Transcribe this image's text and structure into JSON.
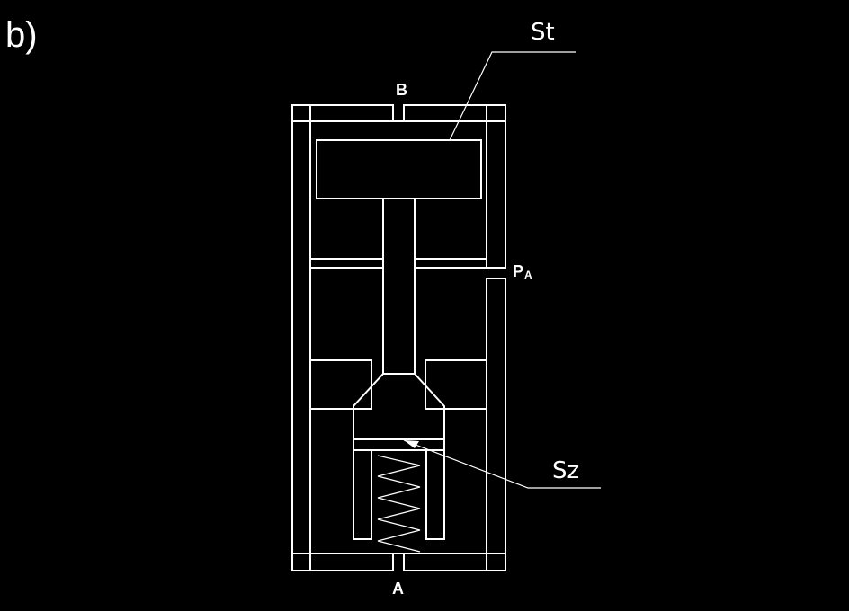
{
  "figure": {
    "panel_label": "b)",
    "labels": {
      "port_top": "B",
      "port_bottom": "A",
      "port_side_main": "P",
      "port_side_sub": "A",
      "callout_upper": "St",
      "callout_lower": "Sz"
    }
  },
  "colors": {
    "background": "#000000",
    "line": "#ffffff"
  }
}
